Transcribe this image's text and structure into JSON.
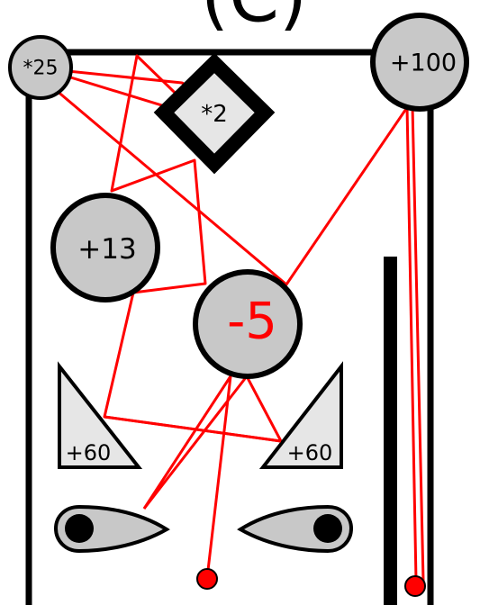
{
  "title": "(C)",
  "colors": {
    "bumper_fill": "#c8c8c8",
    "triangle_fill": "#e6e6e6",
    "trajectory": "#ff0000",
    "negative_text": "#ff0000",
    "outline": "#000000"
  },
  "bumpers": {
    "multiplier_25": "*25",
    "multiplier_2": "*2",
    "plus_100": "+100",
    "plus_13": "+13",
    "minus_5": "-5"
  },
  "slingshots": {
    "left": "+60",
    "right": "+60"
  },
  "flippers": {
    "left": "left-flipper",
    "right": "right-flipper"
  },
  "balls": {
    "count": 2
  }
}
